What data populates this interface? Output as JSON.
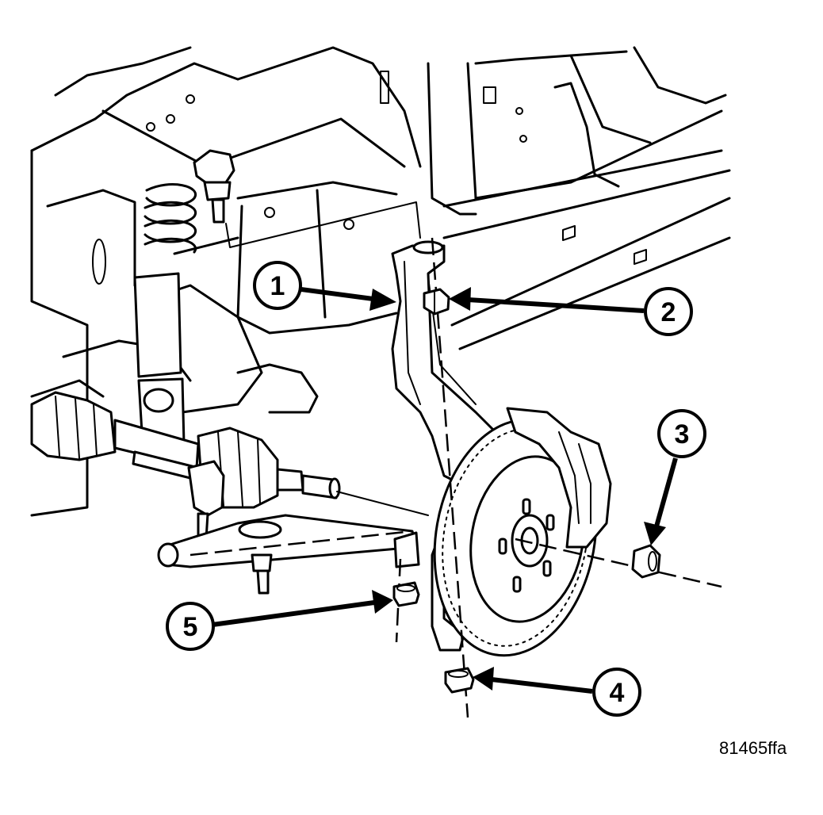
{
  "figure": {
    "id_label": "81465ffa"
  },
  "callouts": [
    {
      "number": "1"
    },
    {
      "number": "2"
    },
    {
      "number": "3"
    },
    {
      "number": "4"
    },
    {
      "number": "5"
    }
  ]
}
